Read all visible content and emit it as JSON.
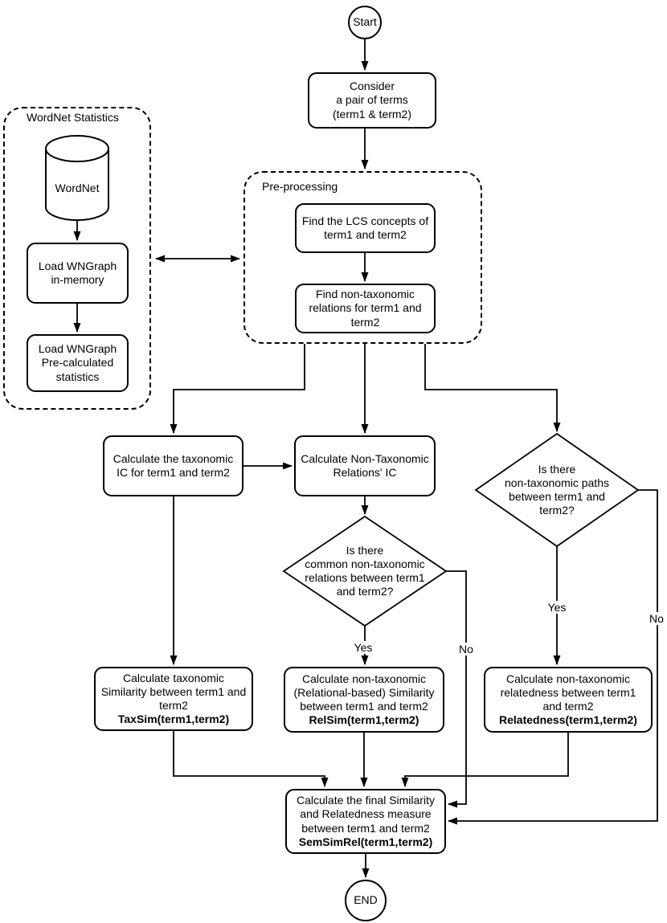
{
  "colors": {
    "stroke": "#000000",
    "background": "#ffffff",
    "text": "#000000"
  },
  "groups": {
    "wordnet_statistics": {
      "title": "WordNet Statistics"
    },
    "preprocessing": {
      "title": "Pre-processing"
    }
  },
  "nodes": {
    "start": {
      "label": "Start"
    },
    "consider": {
      "label": "Consider\na pair of terms\n(term1 & term2)"
    },
    "wordnet_db": {
      "label": "WordNet"
    },
    "load_graph": {
      "label": "Load WNGraph\nin-memory"
    },
    "load_stats": {
      "label": "Load WNGraph\nPre-calculated\nstatistics"
    },
    "find_lcs": {
      "label": "Find the LCS concepts of\nterm1 and term2"
    },
    "find_nontax": {
      "label": "Find non-taxonomic\nrelations for term1 and\nterm2"
    },
    "calc_tax_ic": {
      "label": "Calculate the taxonomic\nIC for term1 and term2"
    },
    "calc_nontax_ic": {
      "label": "Calculate Non-Taxonomic\nRelations' IC"
    },
    "decision_common": {
      "label": "Is there\ncommon non-taxonomic\nrelations between term1\nand term2?"
    },
    "decision_paths": {
      "label": "Is there\nnon-taxonomic paths\nbetween term1 and\nterm2?"
    },
    "calc_taxsim": {
      "label": "Calculate taxonomic\nSimilarity between term1 and\nterm2",
      "formula": "TaxSim(term1,term2)"
    },
    "calc_relsim": {
      "label": "Calculate non-taxonomic\n(Relational-based) Similarity\nbetween term1 and term2",
      "formula": "RelSim(term1,term2)"
    },
    "calc_relatedness": {
      "label": "Calculate non-taxonomic\nrelatedness between term1\nand term2",
      "formula": "Relatedness(term1,term2)"
    },
    "calc_final": {
      "label": "Calculate the final Similarity\nand Relatedness measure\nbetween term1 and term2",
      "formula": "SemSimRel(term1,term2)"
    },
    "end": {
      "label": "END"
    }
  },
  "edges": [
    {
      "from": "start",
      "to": "consider"
    },
    {
      "from": "consider",
      "to": "preprocessing"
    },
    {
      "from": "find_lcs",
      "to": "find_nontax"
    },
    {
      "from": "wordnet_db",
      "to": "load_graph"
    },
    {
      "from": "load_graph",
      "to": "load_stats"
    },
    {
      "from": "wordnet_statistics",
      "to": "preprocessing",
      "bidirectional": true
    },
    {
      "from": "preprocessing",
      "to": "calc_tax_ic"
    },
    {
      "from": "preprocessing",
      "to": "calc_nontax_ic"
    },
    {
      "from": "preprocessing",
      "to": "decision_paths"
    },
    {
      "from": "calc_tax_ic",
      "to": "calc_nontax_ic"
    },
    {
      "from": "calc_tax_ic",
      "to": "calc_taxsim"
    },
    {
      "from": "calc_nontax_ic",
      "to": "decision_common"
    },
    {
      "from": "decision_common",
      "to": "calc_relsim",
      "label": "Yes"
    },
    {
      "from": "decision_common",
      "to": "calc_final",
      "label": "No"
    },
    {
      "from": "decision_paths",
      "to": "calc_relatedness",
      "label": "Yes"
    },
    {
      "from": "decision_paths",
      "to": "calc_final",
      "label": "No"
    },
    {
      "from": "calc_taxsim",
      "to": "calc_final"
    },
    {
      "from": "calc_relsim",
      "to": "calc_final"
    },
    {
      "from": "calc_relatedness",
      "to": "calc_final"
    },
    {
      "from": "calc_final",
      "to": "end"
    }
  ]
}
